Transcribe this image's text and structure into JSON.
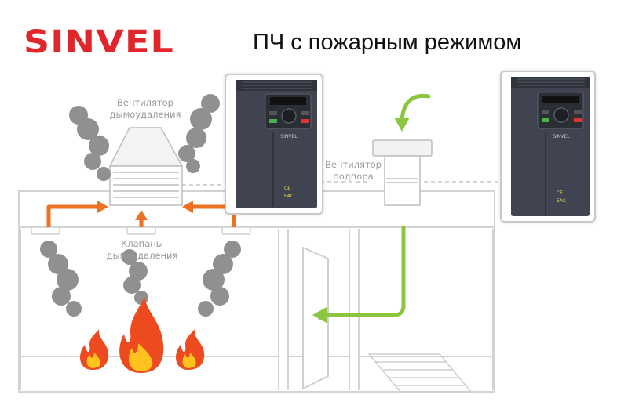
{
  "header": {
    "logo_text": "SINVEL",
    "title": "ПЧ с пожарным режимом"
  },
  "labels": {
    "smoke_fan": "Вентилятор\nдымоудаления",
    "supply_fan": "Вентилятор\nподпора",
    "valves": "Клапаны\nдымоудаления"
  },
  "device": {
    "brand": "SINVEL",
    "key_esc": "ESC",
    "key_run": "RUN",
    "key_stop": "STOP",
    "mark_ce": "CE",
    "mark_eac": "EAC"
  },
  "colors": {
    "brand_red": "#e0262b",
    "arrow_orange": "#ee7022",
    "arrow_green": "#8cc63f",
    "smoke_gray": "#8f8f8f",
    "wall_gray": "#d3d3d3",
    "device_body": "#3f4450"
  }
}
